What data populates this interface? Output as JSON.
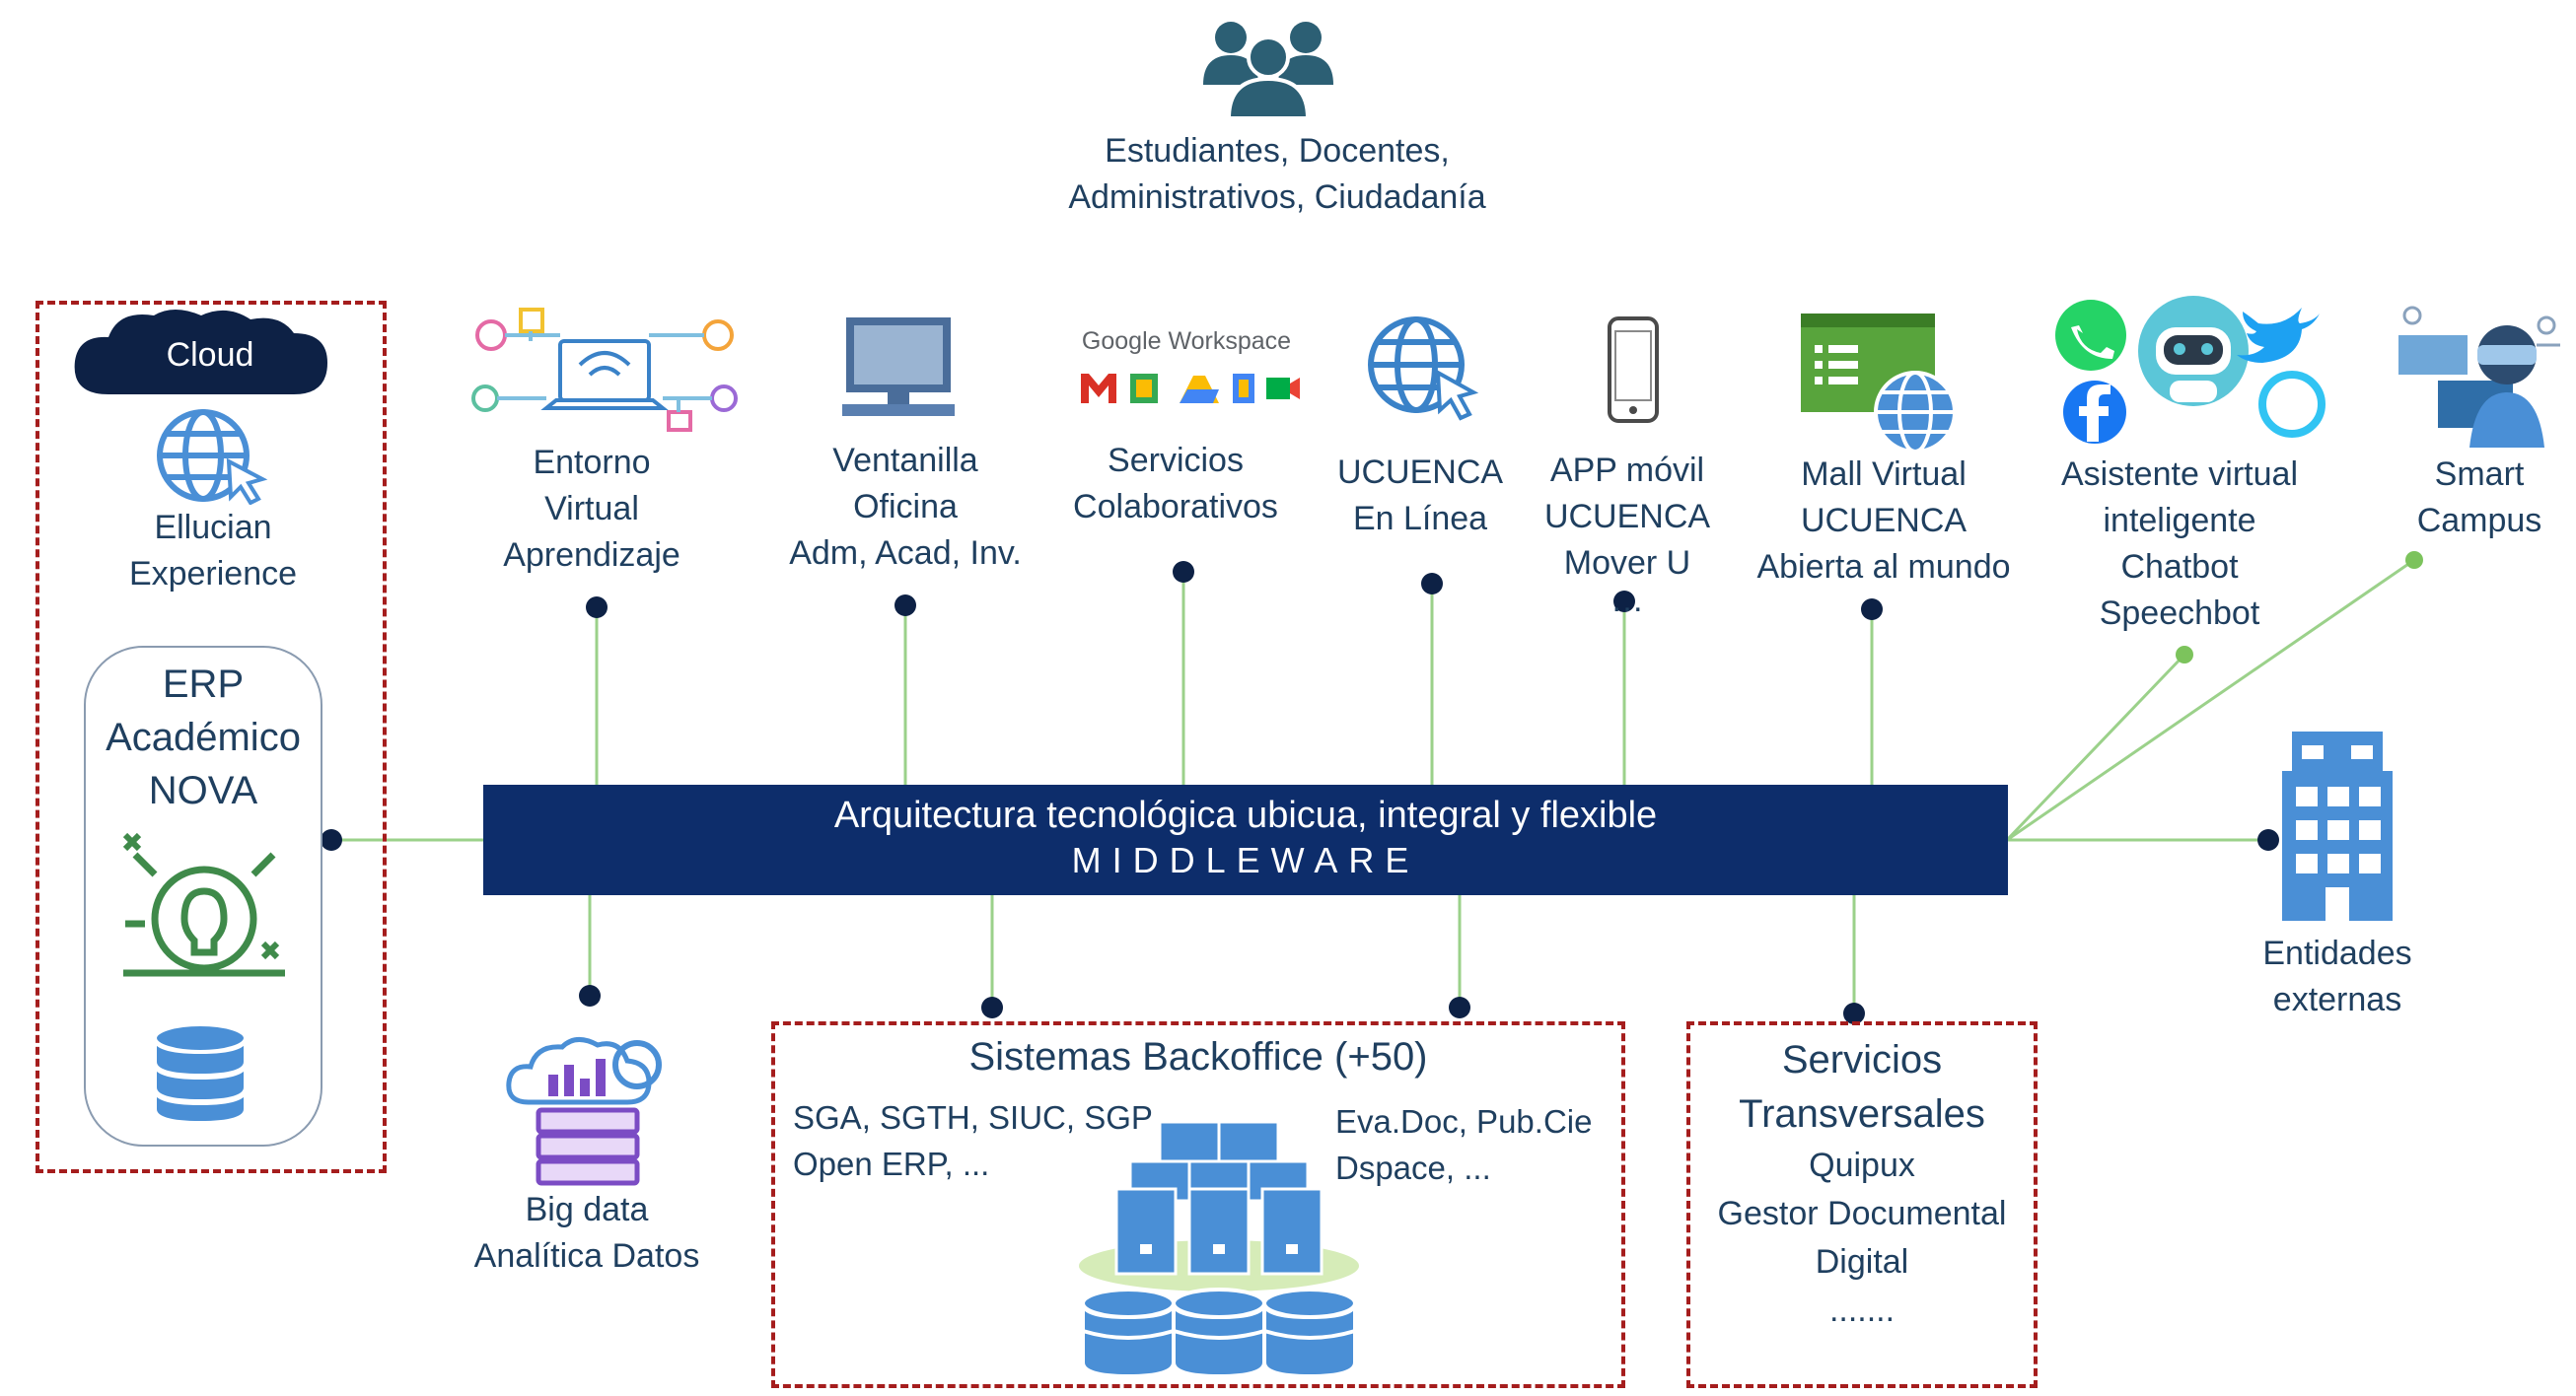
{
  "users": {
    "icon": "users-group-icon",
    "label_lines": [
      "Estudiantes, Docentes,",
      "Administrativos, Ciudadanía"
    ]
  },
  "middleware": {
    "title": "Arquitectura tecnológica ubicua, integral y flexible",
    "subtitle": "MIDDLEWARE",
    "color": "#0d2d6b"
  },
  "cloud_box": {
    "cloud_label": "Cloud",
    "ellucian_lines": [
      "Ellucian",
      "Experience"
    ],
    "erp_lines": [
      "ERP",
      "Académico",
      "NOVA"
    ]
  },
  "top_nodes": [
    {
      "id": "entorno",
      "icon": "network-laptop-icon",
      "lines": [
        "Entorno",
        "Virtual",
        "Aprendizaje"
      ]
    },
    {
      "id": "ventanilla",
      "icon": "desktop-computer-icon",
      "lines": [
        "Ventanilla",
        "Oficina",
        "Adm, Acad, Inv."
      ]
    },
    {
      "id": "servicios-colab",
      "icon": "google-workspace-icon",
      "logo_text": "Google Workspace",
      "lines": [
        "Servicios",
        "Colaborativos"
      ]
    },
    {
      "id": "ucuenca-linea",
      "icon": "globe-cursor-icon",
      "lines": [
        "UCUENCA",
        "En Línea"
      ]
    },
    {
      "id": "app-movil",
      "icon": "smartphone-icon",
      "lines": [
        "APP móvil",
        "UCUENCA",
        "Mover U"
      ],
      "extra": "…"
    },
    {
      "id": "mall-virtual",
      "icon": "browser-globe-icon",
      "lines": [
        "Mall Virtual",
        "UCUENCA",
        "Abierta al mundo"
      ]
    },
    {
      "id": "asistente",
      "icon": "chatbot-social-icons",
      "lines": [
        "Asistente virtual",
        "inteligente",
        "Chatbot",
        "Speechbot"
      ]
    },
    {
      "id": "smart-campus",
      "icon": "smart-campus-icon",
      "lines": [
        "Smart",
        "Campus"
      ]
    }
  ],
  "entidades": {
    "icon": "office-building-icon",
    "lines": [
      "Entidades",
      "externas"
    ]
  },
  "bigdata": {
    "icon": "bigdata-cloud-server-icon",
    "lines": [
      "Big data",
      "Analítica Datos"
    ]
  },
  "backoffice": {
    "title": "Sistemas Backoffice (+50)",
    "left_lines": [
      "SGA, SGTH, SIUC, SGP",
      "Open ERP, ..."
    ],
    "right_lines": [
      "Eva.Doc, Pub.Cie",
      "Dspace, ..."
    ],
    "icon": "servers-databases-icon"
  },
  "transversales": {
    "title_lines": [
      "Servicios",
      "Transversales"
    ],
    "body_lines": [
      "Quipux",
      "Gestor Documental",
      "Digital",
      "......."
    ]
  },
  "colors": {
    "label": "#1f3f5f",
    "dash": "#a51d1d",
    "wire": "#9bd18a",
    "dot": "#0d2145",
    "dot_green": "#7cc35c",
    "icon_blue": "#4a8fd6",
    "icon_teal": "#2c5f74"
  }
}
